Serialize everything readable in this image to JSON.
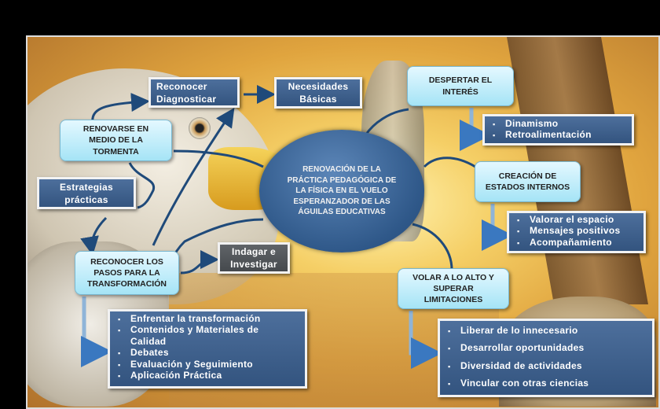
{
  "center": "RENOVACIÓN DE LA PRÁCTICA PEDAGÓGICA DE LA FÍSICA EN EL VUELO ESPERANZADOR DE LAS ÁGUILAS EDUCATIVAS",
  "renovarse": "RENOVARSE EN MEDIO DE LA TORMENTA",
  "reconocer_diag": [
    "Reconocer",
    "Diagnosticar"
  ],
  "necesidades": [
    "Necesidades",
    "Básicas"
  ],
  "estrategias": [
    "Estrategias",
    "prácticas"
  ],
  "despertar": "DESPERTAR EL INTERÉS",
  "despertar_items": [
    "Dinamismo",
    "Retroalimentación"
  ],
  "creacion": "CREACIÓN DE ESTADOS INTERNOS",
  "creacion_items": [
    "Valorar el espacio",
    "Mensajes positivos",
    "Acompañamiento"
  ],
  "reconocer_pasos": "RECONOCER LOS PASOS PARA LA TRANSFORMACIÓN",
  "indagar": [
    "Indagar e",
    "Investigar"
  ],
  "pasos_items": [
    "Enfrentar la transformación",
    "Contenidos y Materiales de Calidad",
    "Debates",
    "Evaluación y Seguimiento",
    "Aplicación Práctica"
  ],
  "volar": "VOLAR A LO ALTO Y SUPERAR LIMITACIONES",
  "volar_items": [
    "Liberar de lo innecesario",
    "Desarrollar oportunidades",
    "Diversidad de actividades",
    "Vincular con otras ciencias"
  ],
  "colors": {
    "box": "#3d5f8c",
    "cyan": "#bdeefa",
    "line": "#1f4a7a"
  }
}
